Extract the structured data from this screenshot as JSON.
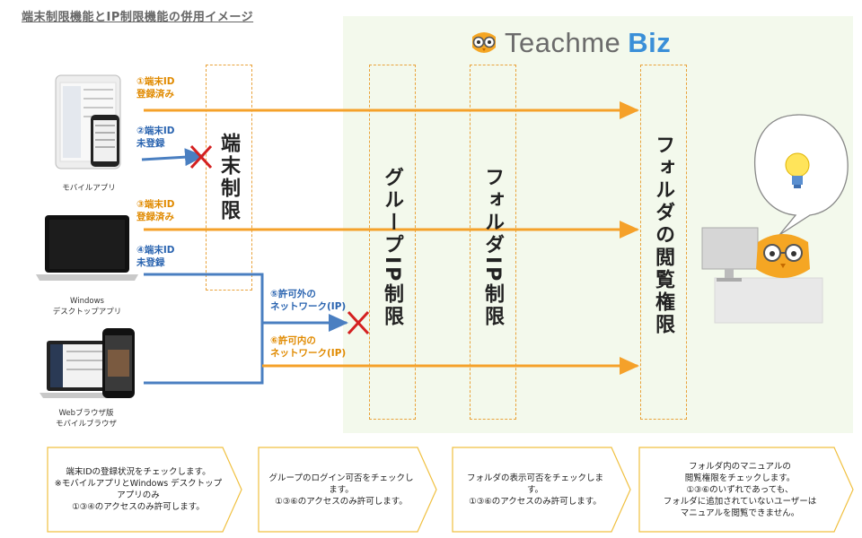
{
  "title": "端末制限機能とIP制限機能の併用イメージ",
  "logo": {
    "brand": "Teachme",
    "brand2": "Biz"
  },
  "devices": {
    "mobile": "モバイルアプリ",
    "windows_line1": "Windows",
    "windows_line2": "デスクトップアプリ",
    "web_line1": "Webブラウザ版",
    "web_line2": "モバイルブラウザ"
  },
  "flows": {
    "f1_line1": "①端末ID",
    "f1_line2": "登録済み",
    "f2_line1": "②端末ID",
    "f2_line2": "未登録",
    "f3_line1": "③端末ID",
    "f3_line2": "登録済み",
    "f4_line1": "④端末ID",
    "f4_line2": "未登録",
    "f5_line1": "⑤許可外の",
    "f5_line2": "ネットワーク(IP)",
    "f6_line1": "⑥許可内の",
    "f6_line2": "ネットワーク(IP)"
  },
  "stages": {
    "device": "端末制限",
    "group": "グループIP制限",
    "folder": "フォルダIP制限",
    "view": "フォルダの閲覧権限"
  },
  "descriptions": {
    "d1": "端末IDの登録状況をチェックします。\n※モバイルアプリとWindows デスクトップアプリのみ\n①③④のアクセスのみ許可します。",
    "d2": "グループのログイン可否をチェックします。\n①③⑥のアクセスのみ許可します。",
    "d3": "フォルダの表示可否をチェックします。\n①③⑥のアクセスのみ許可します。",
    "d4": "フォルダ内のマニュアルの\n閲覧権限をチェックします。\n①③⑥のいずれであっても、\nフォルダに追加されていないユーザーは\nマニュアルを閲覧できません。"
  },
  "colors": {
    "orange": "#f5a12a",
    "blue": "#4a7fc1",
    "deny": "#d42020",
    "green_bg": "#f3f9ec",
    "box_border": "#f0c040"
  },
  "icons": [
    "owl-logo-icon",
    "tablet-icon",
    "smartphone-icon",
    "laptop-icon",
    "lightbulb-icon",
    "deny-x-icon",
    "owl-mascot-icon",
    "monitor-icon"
  ]
}
